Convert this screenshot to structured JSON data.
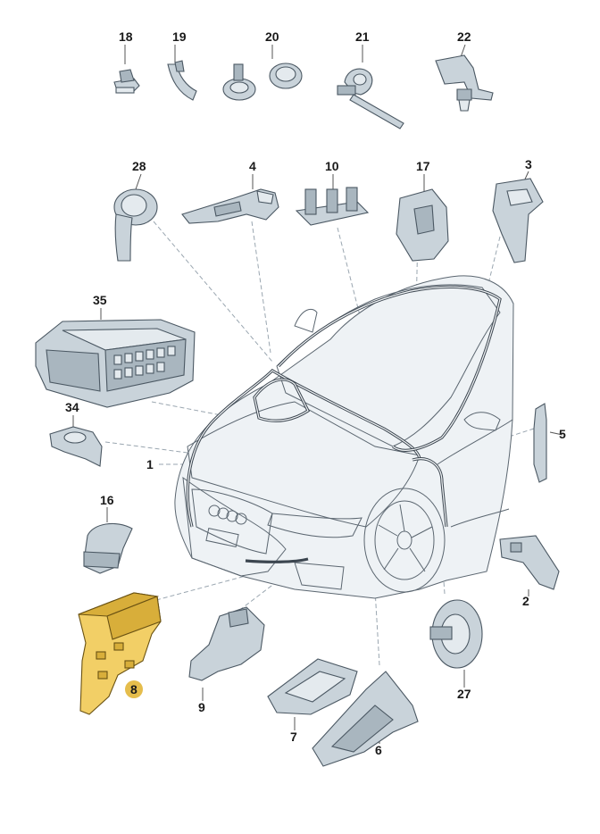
{
  "callouts": {
    "c1": "1",
    "c2": "2",
    "c3": "3",
    "c4": "4",
    "c5": "5",
    "c6": "6",
    "c7": "7",
    "c8": "8",
    "c9": "9",
    "c10": "10",
    "c16": "16",
    "c17": "17",
    "c18": "18",
    "c19": "19",
    "c20": "20",
    "c21": "21",
    "c22": "22",
    "c27": "27",
    "c28": "28",
    "c34": "34",
    "c35": "35"
  },
  "colors": {
    "highlight": "#f2cf66",
    "highlight_badge": "#e5bd4c",
    "part_gray": "#c9d3da",
    "outline": "#4b5863"
  }
}
